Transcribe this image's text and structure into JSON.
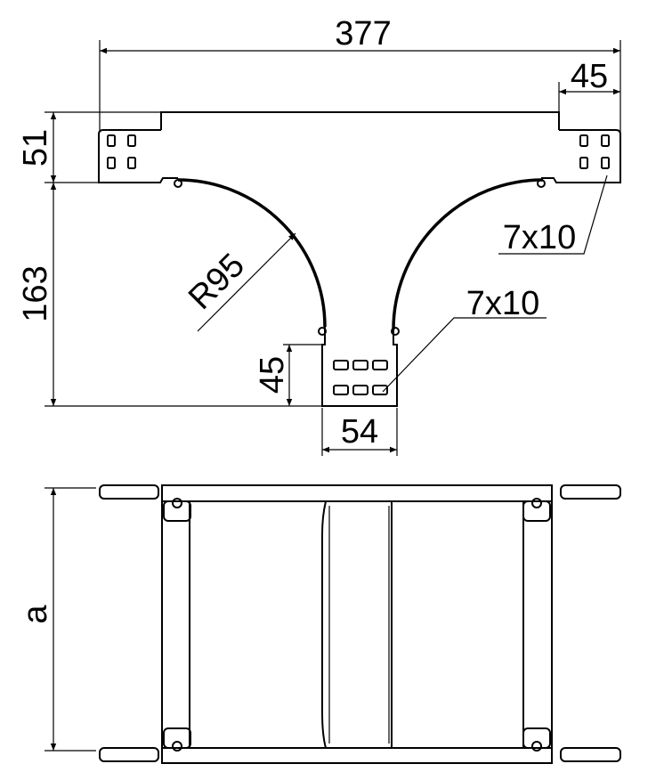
{
  "drawing": {
    "top_view": {
      "dim_overall_width": "377",
      "dim_flange_width": "45",
      "dim_flange_height": "51",
      "dim_height": "163",
      "dim_radius": "R95",
      "dim_outlet_flange_height": "45",
      "dim_outlet_width": "54",
      "hole_label_side": "7x10",
      "hole_label_outlet": "7x10"
    },
    "bottom_view": {
      "dim_width": "a"
    }
  }
}
